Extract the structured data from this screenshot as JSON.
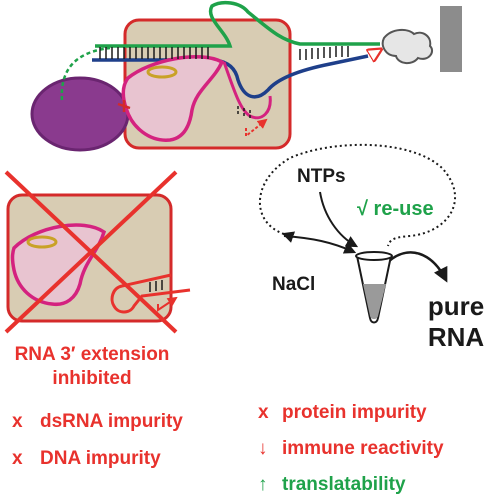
{
  "labels": {
    "ntps": "NTPs",
    "reuse": "√ re-use",
    "nacl": "NaCl",
    "pure_line1": "pure",
    "pure_line2": "RNA",
    "extension_line1": "RNA 3′ extension",
    "extension_line2": "inhibited"
  },
  "outcomes": [
    {
      "marker": "x",
      "text": "dsRNA impurity"
    },
    {
      "marker": "x",
      "text": "DNA impurity"
    },
    {
      "marker": "x",
      "text": "protein impurity"
    },
    {
      "marker": "↓",
      "text": "immune reactivity"
    },
    {
      "marker": "↑",
      "text": "translatability"
    }
  ],
  "colors": {
    "red": "#e8322d",
    "green": "#1fa24a",
    "navy": "#1e3f8a",
    "purple": "#8a3a8e",
    "magenta": "#d4227f",
    "tan": "#d8ccb3",
    "black": "#1a1a1a",
    "gold": "#c9a227",
    "grey": "#8c8c8c"
  }
}
